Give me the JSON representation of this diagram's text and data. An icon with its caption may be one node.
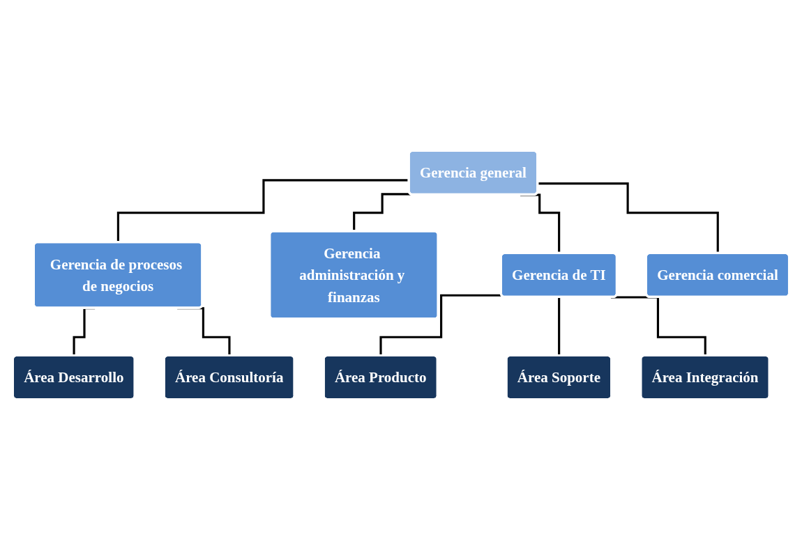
{
  "diagram": {
    "nodes": [
      {
        "text": [
          "Gerencia general"
        ]
      },
      {
        "text": [
          "Gerencia de procesos de negocios"
        ]
      },
      {
        "text": [
          "Gerencia administración y finanzas"
        ]
      },
      {
        "text": [
          "Gerencia de TI"
        ]
      },
      {
        "text": [
          "Gerencia comercial"
        ]
      },
      {
        "text": [
          "Área Desarrollo"
        ]
      },
      {
        "text": [
          "Área Consultoría"
        ]
      },
      {
        "text": [
          "Área Producto"
        ]
      },
      {
        "text": [
          "Área Soporte"
        ]
      },
      {
        "text": [
          "Área Integración"
        ]
      }
    ],
    "edges": [
      {
        "from": 0,
        "to": 1,
        "arrow": "none"
      },
      {
        "from": 0,
        "to": 2,
        "arrow": "none"
      },
      {
        "from": 0,
        "to": 3,
        "arrow": "none"
      },
      {
        "from": 0,
        "to": 4,
        "arrow": "none"
      },
      {
        "from": 1,
        "to": 5,
        "arrow": "none"
      },
      {
        "from": 1,
        "to": 6,
        "arrow": "none"
      },
      {
        "from": 3,
        "to": 7,
        "arrow": "none"
      },
      {
        "from": 3,
        "to": 8,
        "arrow": "none"
      },
      {
        "from": 3,
        "to": 9,
        "arrow": "none"
      }
    ]
  }
}
